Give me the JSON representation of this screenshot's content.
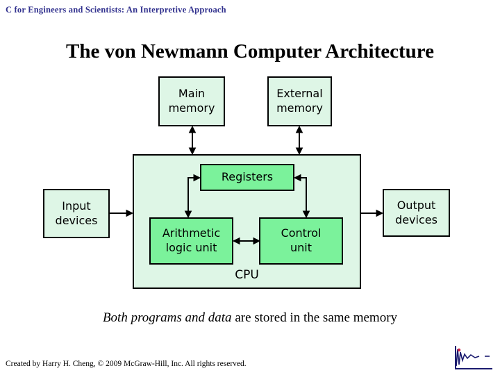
{
  "header": {
    "book_title": "C for Engineers and Scientists: An Interpretive Approach"
  },
  "slide": {
    "title": "The von Newmann Computer Architecture",
    "caption_italic": "Both programs and data",
    "caption_rest": " are stored in the same memory",
    "footer": "Created by Harry H. Cheng, © 2009 McGraw-Hill, Inc.  All rights reserved."
  },
  "diagram": {
    "cpu_label": "CPU",
    "boxes": {
      "main_memory": {
        "label": "Main\nmemory"
      },
      "external_memory": {
        "label": "External\nmemory"
      },
      "registers": {
        "label": "Registers"
      },
      "input_devices": {
        "label": "Input\ndevices"
      },
      "output_devices": {
        "label": "Output\ndevices"
      },
      "alu": {
        "label": "Arithmetic\nlogic unit"
      },
      "control_unit": {
        "label": "Control\nunit"
      }
    },
    "colors": {
      "light_fill": "#def6e6",
      "bright_fill": "#7bf29b",
      "border": "#000000"
    }
  }
}
